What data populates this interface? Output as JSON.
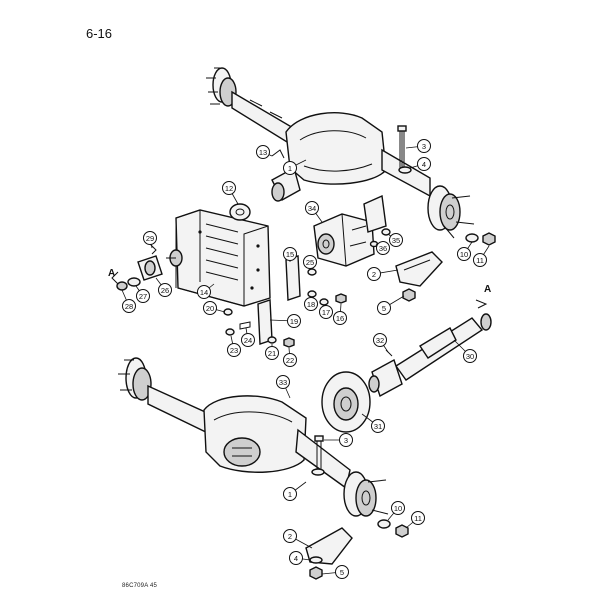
{
  "page_number": "6-16",
  "figure_code": "86C709A 45",
  "view_labels": [
    "A",
    "A"
  ],
  "callouts": [
    {
      "id": "c1a",
      "num": "1"
    },
    {
      "id": "c2a",
      "num": "2"
    },
    {
      "id": "c3a",
      "num": "3"
    },
    {
      "id": "c4a",
      "num": "4"
    },
    {
      "id": "c5a",
      "num": "5"
    },
    {
      "id": "c10a",
      "num": "10"
    },
    {
      "id": "c11a",
      "num": "11"
    },
    {
      "id": "c12",
      "num": "12"
    },
    {
      "id": "c13",
      "num": "13"
    },
    {
      "id": "c14",
      "num": "14"
    },
    {
      "id": "c15",
      "num": "15"
    },
    {
      "id": "c16",
      "num": "16"
    },
    {
      "id": "c17",
      "num": "17"
    },
    {
      "id": "c18",
      "num": "18"
    },
    {
      "id": "c19",
      "num": "19"
    },
    {
      "id": "c20",
      "num": "20"
    },
    {
      "id": "c21",
      "num": "21"
    },
    {
      "id": "c22",
      "num": "22"
    },
    {
      "id": "c23",
      "num": "23"
    },
    {
      "id": "c24",
      "num": "24"
    },
    {
      "id": "c25",
      "num": "25"
    },
    {
      "id": "c26",
      "num": "26"
    },
    {
      "id": "c27",
      "num": "27"
    },
    {
      "id": "c28",
      "num": "28"
    },
    {
      "id": "c29",
      "num": "29"
    },
    {
      "id": "c30",
      "num": "30"
    },
    {
      "id": "c31",
      "num": "31"
    },
    {
      "id": "c32",
      "num": "32"
    },
    {
      "id": "c33",
      "num": "33"
    },
    {
      "id": "c34",
      "num": "34"
    },
    {
      "id": "c35",
      "num": "35"
    },
    {
      "id": "c36",
      "num": "36"
    },
    {
      "id": "c1b",
      "num": "1"
    },
    {
      "id": "c2b",
      "num": "2"
    },
    {
      "id": "c3b",
      "num": "3"
    },
    {
      "id": "c4b",
      "num": "4"
    },
    {
      "id": "c5b",
      "num": "5"
    },
    {
      "id": "c10b",
      "num": "10"
    },
    {
      "id": "c11b",
      "num": "11"
    }
  ]
}
